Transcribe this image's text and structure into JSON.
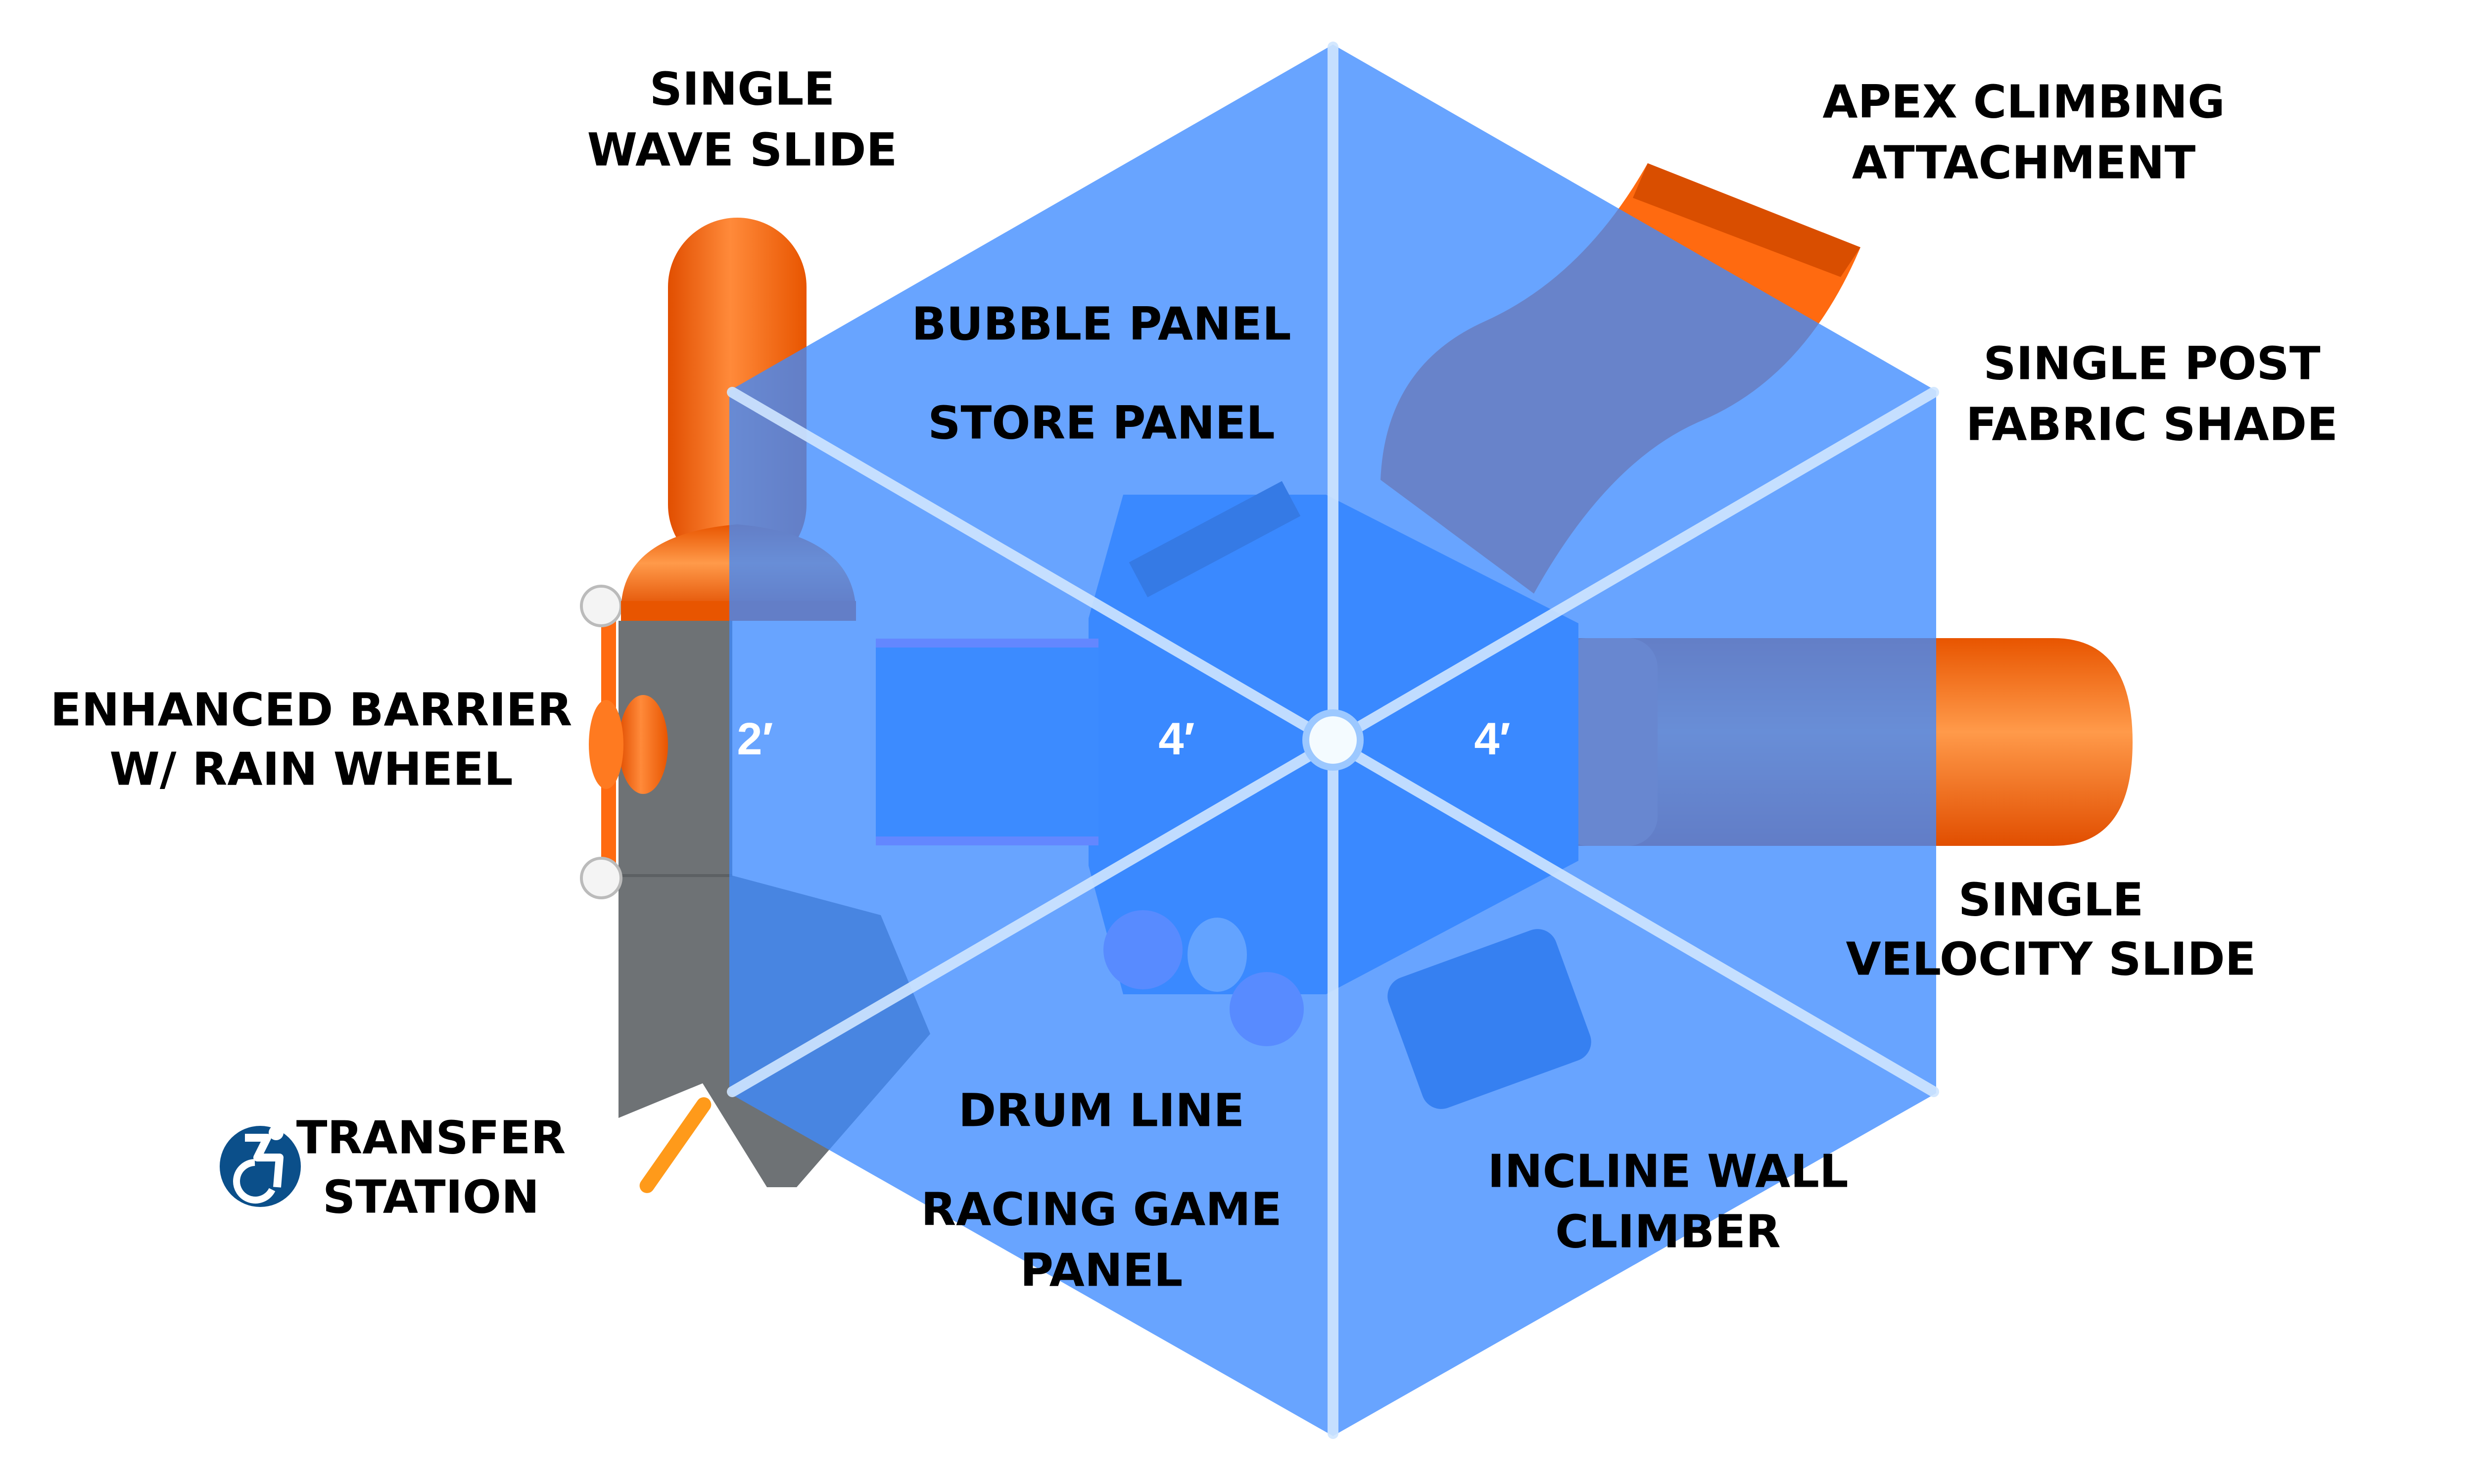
{
  "labels": {
    "wave_slide": [
      "SINGLE",
      "WAVE SLIDE"
    ],
    "apex": [
      "APEX CLIMBING",
      "ATTACHMENT"
    ],
    "bubble_panel": "BUBBLE PANEL",
    "store_panel": "STORE PANEL",
    "fabric_shade": [
      "SINGLE POST",
      "FABRIC SHADE"
    ],
    "barrier": [
      "ENHANCED BARRIER",
      "W/ RAIN WHEEL"
    ],
    "velocity_slide": [
      "SINGLE",
      "VELOCITY SLIDE"
    ],
    "transfer_station": [
      "TRANSFER",
      "STATION"
    ],
    "drum_line": "DRUM LINE",
    "racing_game": [
      "RACING GAME",
      "PANEL"
    ],
    "incline_wall": [
      "INCLINE WALL",
      "CLIMBER"
    ]
  },
  "deck_heights": [
    "2′",
    "4′",
    "4′"
  ],
  "icons": {
    "accessibility": "wheelchair-accessible-icon"
  },
  "colors": {
    "shade": "#3d8bff",
    "slide_orange": "#ff6a10",
    "platform_gray": "#6e7275",
    "access_blue": "#0b4f8a",
    "deck_blue": "#2f86ff",
    "rail_pink": "#e87cff"
  }
}
